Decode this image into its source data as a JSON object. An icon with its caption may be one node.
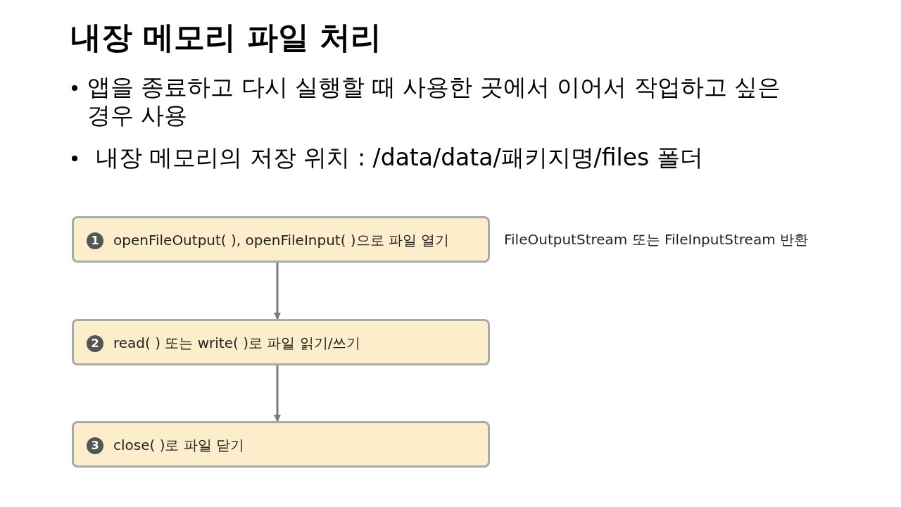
{
  "diagram": {
    "title": "내장 메모리 파일 처리",
    "nodes": [
      {
        "text": [
          "1",
          "openFileOutput( ), openFileInput( )으로 파일 열기"
        ],
        "beside": [
          "FileOutputStream 또는 FileInputStream 반환"
        ]
      },
      {
        "text": [
          "2",
          "read( ) 또는 write( )로 파일 읽기/쓰기"
        ]
      },
      {
        "text": [
          "3",
          "close( )로 파일 닫기"
        ]
      }
    ],
    "edges": [
      {
        "from": 0,
        "to": 1,
        "arrow": "to"
      },
      {
        "from": 1,
        "to": 2,
        "arrow": "to"
      }
    ],
    "labels": [
      "앱을 종료하고 다시 실행할 때 사용한 곳에서 이어서 작업하고 싶은 경우 사용",
      "내장 메모리의 저장 위치 : /data/data/패키지명/files 폴더"
    ]
  }
}
